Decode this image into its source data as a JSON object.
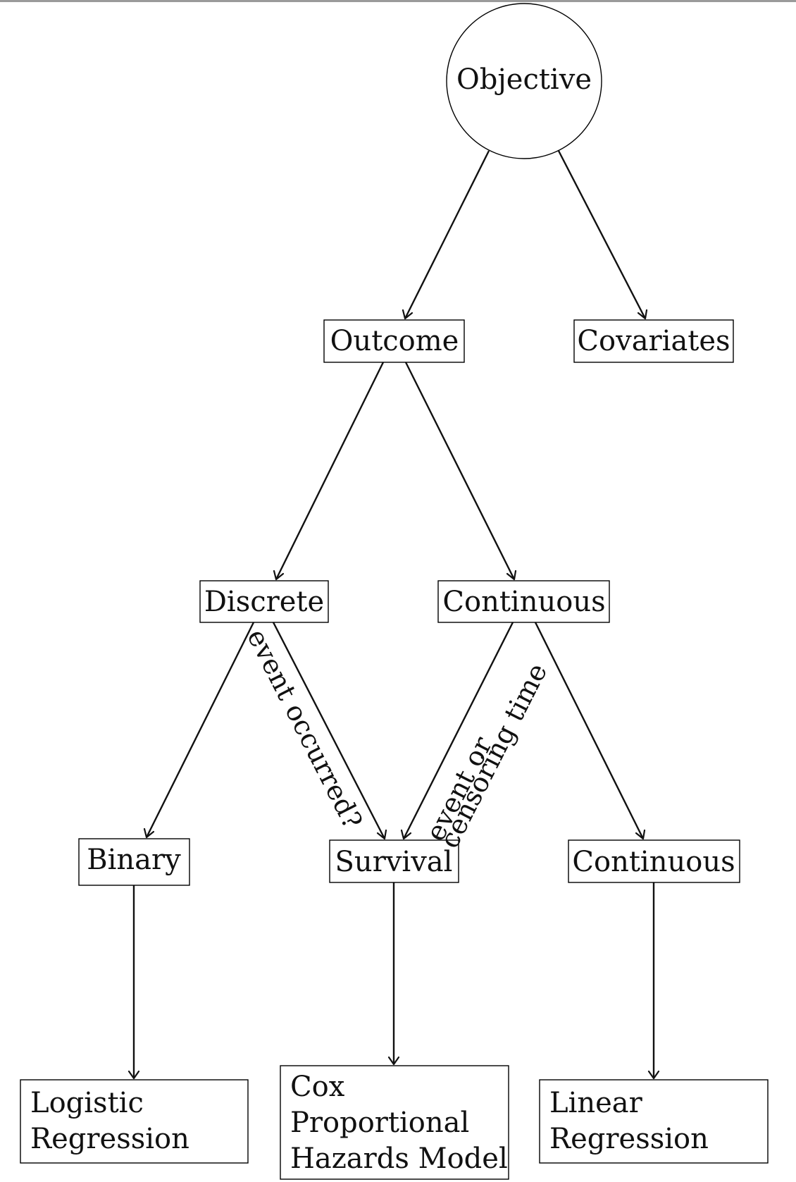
{
  "nodes": {
    "objective": "Objective",
    "outcome": "Outcome",
    "covariates": "Covariates",
    "discrete": "Discrete",
    "continuous_mid": "Continuous",
    "binary": "Binary",
    "survival": "Survival",
    "continuous_low": "Continuous",
    "logistic": [
      "Logistic",
      "Regression"
    ],
    "cox": [
      "Cox",
      "Proportional",
      "Hazards Model"
    ],
    "linear": [
      "Linear",
      "Regression"
    ]
  },
  "edge_labels": {
    "event_occurred": "event occurred?",
    "event_or": "event or",
    "censoring_time": "censoring time"
  }
}
